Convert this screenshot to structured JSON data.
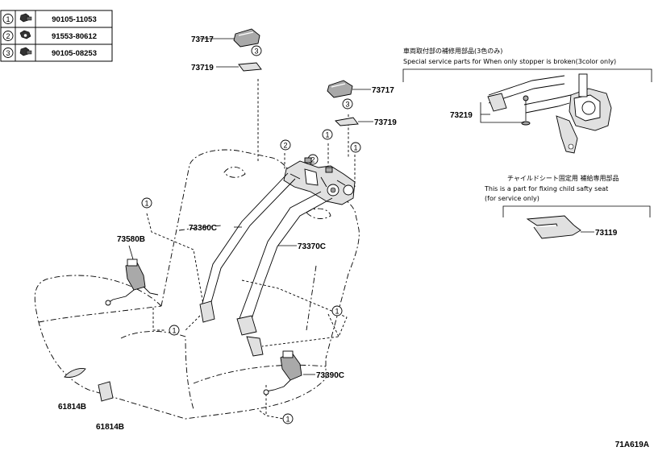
{
  "legend_table": [
    {
      "index": "1",
      "part": "90105-11053"
    },
    {
      "index": "2",
      "part": "91553-80612"
    },
    {
      "index": "3",
      "part": "90105-08253"
    }
  ],
  "notes": {
    "stopper_jp": "車両取付部の補修用部品(3色のみ)",
    "stopper_en": "Special service parts for When only stopper is broken(3color only)",
    "child_jp": "チャイルドシート固定用 補給専用部品",
    "child_en_1": "This is a part for fixing child safty seat",
    "child_en_2": "(for service only)"
  },
  "labels": {
    "p73717_a": "73717",
    "p73719_a": "73719",
    "p73717_b": "73717",
    "p73719_b": "73719",
    "p73219": "73219",
    "p73119": "73119",
    "p73360c": "73360C",
    "p73370c": "73370C",
    "p73580b": "73580B",
    "p73390c": "73390C",
    "p61814b_a": "61814B",
    "p61814b_b": "61814B",
    "figure_id": "71A619A"
  },
  "callouts": {
    "c1": "1",
    "c2": "2",
    "c3": "3"
  }
}
